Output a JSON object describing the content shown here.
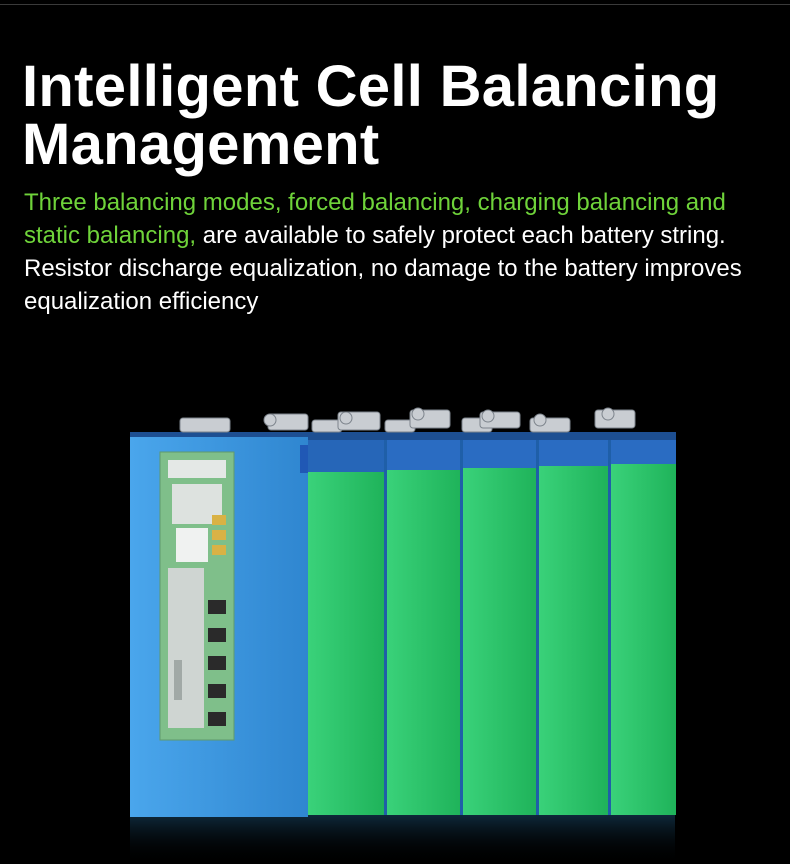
{
  "title": {
    "line1": "Intelligent Cell Balancing",
    "line2": "Management"
  },
  "description": {
    "highlight": "Three balancing modes, forced balancing, charging balancing and static balancing,",
    "rest": " are available to safely protect each battery string. Resistor discharge equalization, no damage to the battery improves equalization efficiency"
  },
  "colors": {
    "background": "#000000",
    "highlight": "#6fd33a",
    "cell_blue": "#3d9be0",
    "cell_green": "#2fbf66",
    "pcb_green": "#7fbf8a"
  },
  "image": {
    "subject": "battery-pack-with-bms-board"
  }
}
